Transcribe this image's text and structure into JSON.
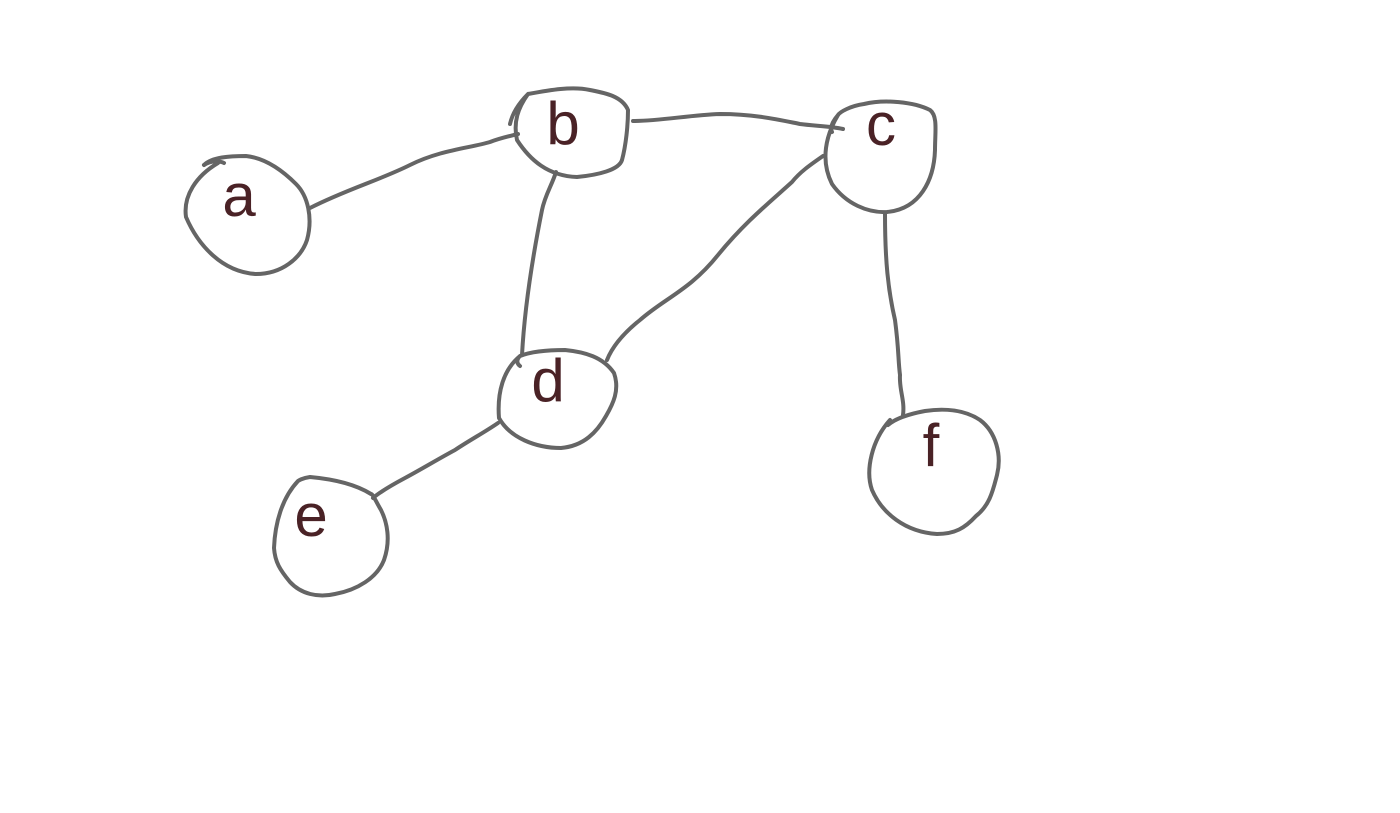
{
  "diagram": {
    "type": "undirected-graph",
    "colors": {
      "stroke": "#656565",
      "label": "#4a2226",
      "background": "#ffffff"
    },
    "nodes": [
      {
        "id": "a",
        "label": "a"
      },
      {
        "id": "b",
        "label": "b"
      },
      {
        "id": "c",
        "label": "c"
      },
      {
        "id": "d",
        "label": "d"
      },
      {
        "id": "e",
        "label": "e"
      },
      {
        "id": "f",
        "label": "f"
      }
    ],
    "edges": [
      {
        "from": "a",
        "to": "b"
      },
      {
        "from": "b",
        "to": "c"
      },
      {
        "from": "b",
        "to": "d"
      },
      {
        "from": "c",
        "to": "d"
      },
      {
        "from": "c",
        "to": "f"
      },
      {
        "from": "d",
        "to": "e"
      }
    ]
  }
}
